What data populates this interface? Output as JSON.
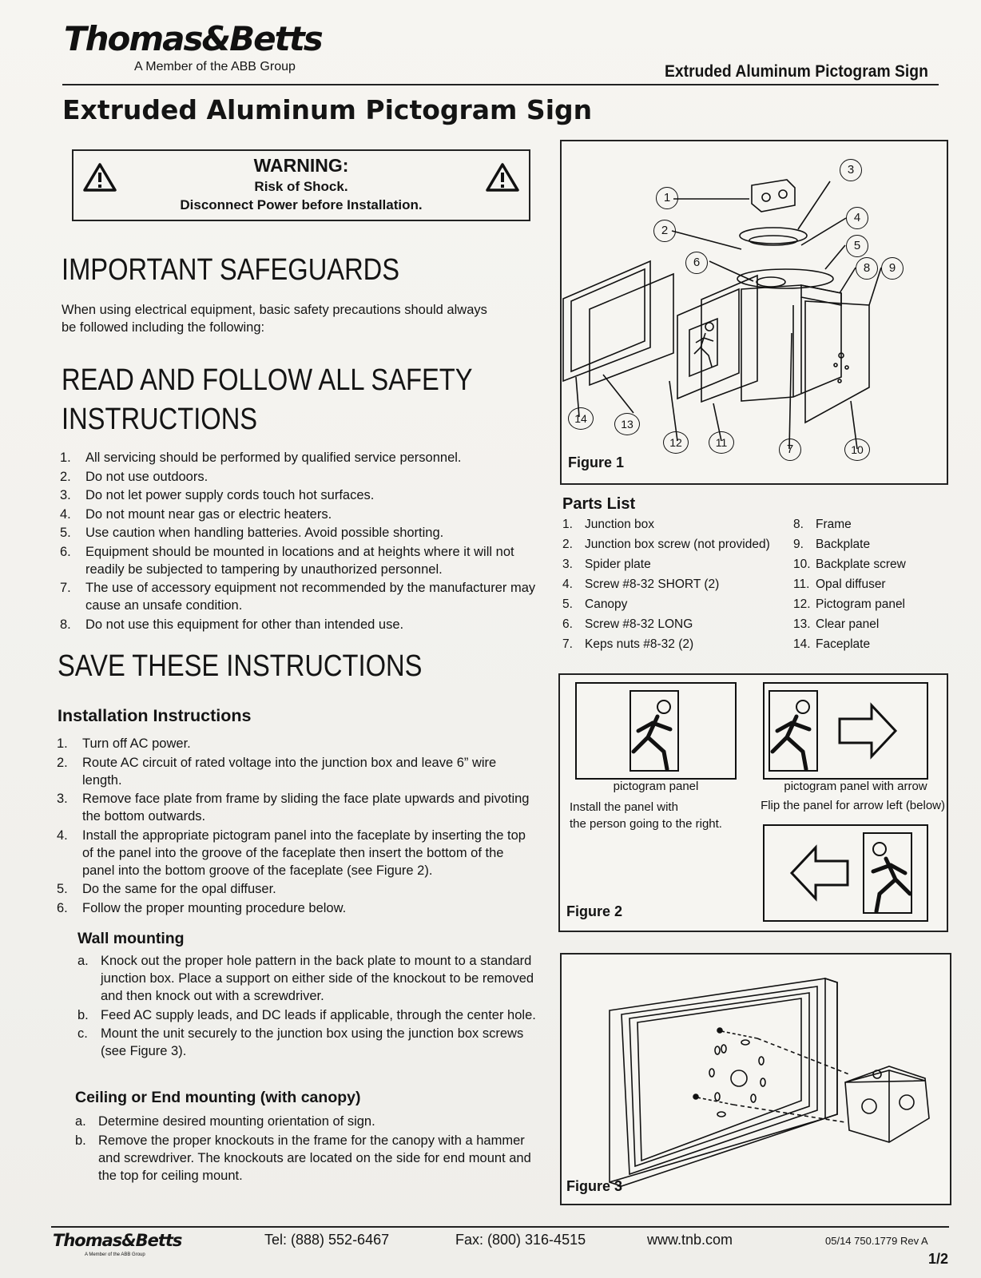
{
  "header": {
    "logo": "Thomas&Betts",
    "logo_sub": "A Member of the ABB Group",
    "right_title": "Extruded Aluminum Pictogram Sign"
  },
  "title": "Extruded Aluminum Pictogram Sign",
  "warning": {
    "title": "WARNING:",
    "line1": "Risk of Shock.",
    "line2": "Disconnect Power before Installation."
  },
  "safeguards": {
    "heading": "IMPORTANT SAFEGUARDS",
    "intro_line1": "When using electrical equipment, basic safety precautions should always",
    "intro_line2": "be followed including the following:"
  },
  "safety": {
    "heading_line1": "READ AND FOLLOW ALL SAFETY",
    "heading_line2": "INSTRUCTIONS",
    "items": [
      {
        "n": "1.",
        "text": "All servicing should be performed by qualified service personnel."
      },
      {
        "n": "2.",
        "text": "Do not use outdoors."
      },
      {
        "n": "3.",
        "text": "Do not let power supply cords touch hot surfaces."
      },
      {
        "n": "4.",
        "text": "Do not mount near gas or electric heaters."
      },
      {
        "n": "5.",
        "text": "Use caution when handling batteries. Avoid possible shorting."
      },
      {
        "n": "6.",
        "text": "Equipment should be mounted in locations and at heights where it will not readily be subjected to tampering by unauthorized personnel."
      },
      {
        "n": "7.",
        "text": "The use of accessory equipment not recommended by the manufacturer may cause an unsafe condition."
      },
      {
        "n": "8.",
        "text": "Do not use this equipment for other than intended use."
      }
    ]
  },
  "save_heading": "SAVE THESE INSTRUCTIONS",
  "installation": {
    "heading": "Installation Instructions",
    "items": [
      {
        "n": "1.",
        "text": "Turn off AC power."
      },
      {
        "n": "2.",
        "text": "Route AC circuit of rated voltage into the junction box and leave 6” wire length."
      },
      {
        "n": "3.",
        "text": "Remove face plate from frame by sliding the face plate upwards and pivoting the bottom outwards."
      },
      {
        "n": "4.",
        "text": "Install the appropriate pictogram panel into the faceplate by inserting the top of the panel into the groove of the faceplate then insert the bottom of the panel into the bottom groove of the faceplate (see Figure 2)."
      },
      {
        "n": "5.",
        "text": "Do the same for the opal diffuser."
      },
      {
        "n": "6.",
        "text": "Follow the proper mounting procedure below."
      }
    ]
  },
  "wall": {
    "heading": "Wall mounting",
    "items": [
      {
        "n": "a.",
        "text": "Knock out the proper hole pattern in the back plate to mount to a standard junction box. Place a support on either side of the knockout to be removed and then knock out with a screwdriver."
      },
      {
        "n": "b.",
        "text": "Feed AC supply leads, and DC leads if applicable, through the center hole."
      },
      {
        "n": "c.",
        "text": "Mount the unit securely to the junction box using the junction box screws (see Figure 3)."
      }
    ]
  },
  "ceiling": {
    "heading": "Ceiling or End mounting (with canopy)",
    "items": [
      {
        "n": "a.",
        "text": "Determine desired mounting orientation of sign."
      },
      {
        "n": "b.",
        "text": "Remove the proper knockouts in the frame for the canopy with a hammer and screwdriver. The knockouts are located on the side for end mount and the top for ceiling mount."
      }
    ]
  },
  "figure1": {
    "label": "Figure 1",
    "callouts": [
      "1",
      "2",
      "3",
      "4",
      "5",
      "6",
      "7",
      "8",
      "9",
      "10",
      "11",
      "12",
      "13",
      "14"
    ]
  },
  "parts": {
    "title": "Parts List",
    "col1": [
      {
        "n": "1.",
        "text": "Junction box"
      },
      {
        "n": "2.",
        "text": "Junction box screw (not provided)"
      },
      {
        "n": "3.",
        "text": "Spider plate"
      },
      {
        "n": "4.",
        "text": "Screw #8-32 SHORT (2)"
      },
      {
        "n": "5.",
        "text": "Canopy"
      },
      {
        "n": "6.",
        "text": "Screw #8-32 LONG"
      },
      {
        "n": "7.",
        "text": "Keps nuts #8-32 (2)"
      }
    ],
    "col2": [
      {
        "n": "8.",
        "text": "Frame"
      },
      {
        "n": "9.",
        "text": "Backplate"
      },
      {
        "n": "10.",
        "text": "Backplate screw"
      },
      {
        "n": "11.",
        "text": "Opal diffuser"
      },
      {
        "n": "12.",
        "text": "Pictogram panel"
      },
      {
        "n": "13.",
        "text": "Clear panel"
      },
      {
        "n": "14.",
        "text": "Faceplate"
      }
    ]
  },
  "figure2": {
    "label": "Figure 2",
    "cap1": "pictogram panel",
    "cap2": "pictogram panel with arrow",
    "note1_line1": "Install the panel with",
    "note1_line2": "the person going to the right.",
    "note2": "Flip the panel for arrow left (below)"
  },
  "figure3": {
    "label": "Figure 3"
  },
  "footer": {
    "logo": "Thomas&Betts",
    "logo_sub": "A Member of the ABB Group",
    "tel": "Tel: (888) 552-6467",
    "fax": "Fax: (800) 316-4515",
    "web": "www.tnb.com",
    "doc": "05/14 750.1779 Rev  A",
    "page": "1/2"
  }
}
